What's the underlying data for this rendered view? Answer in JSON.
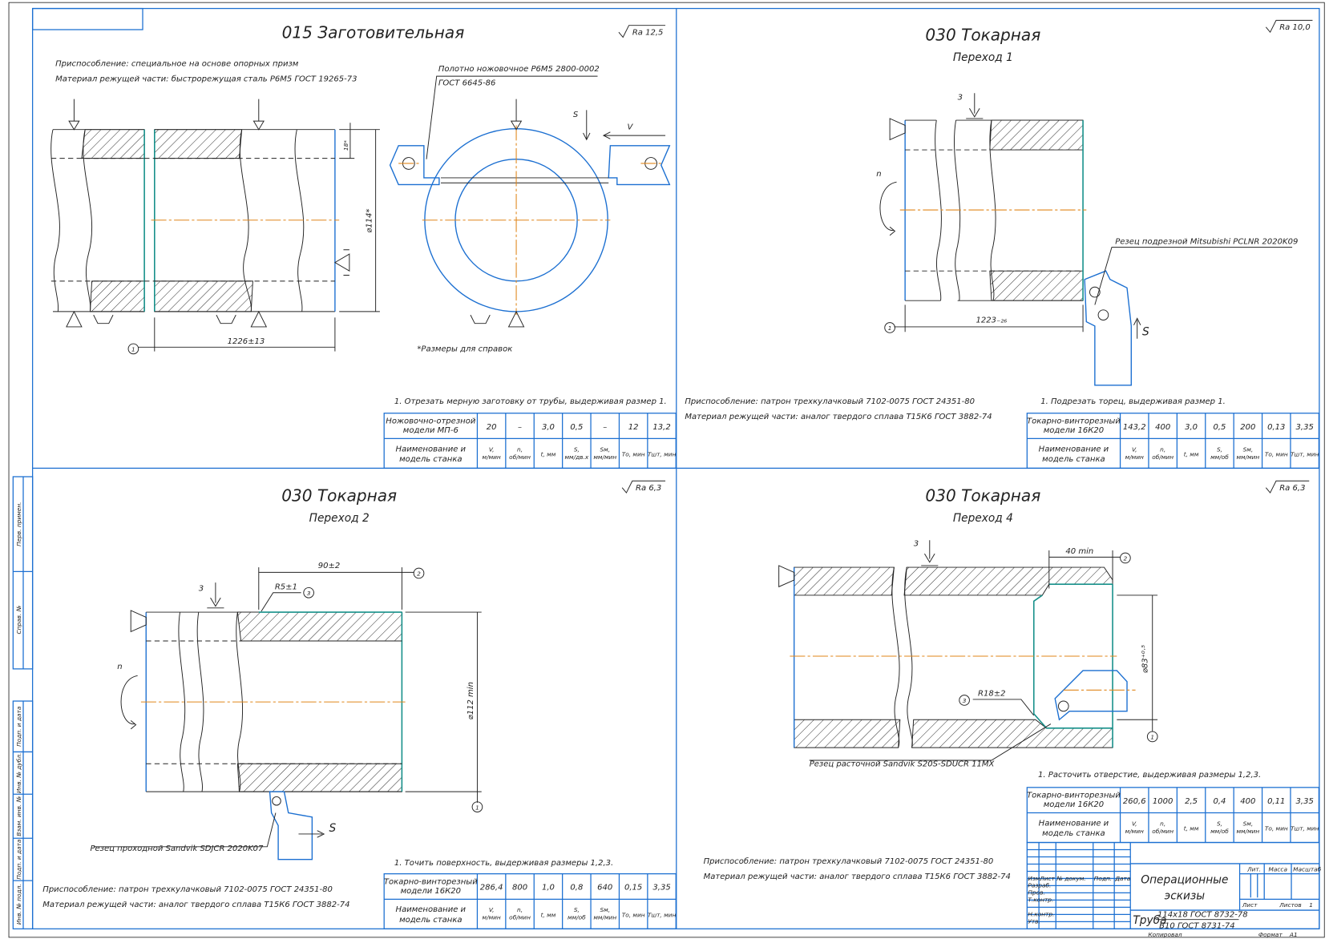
{
  "q1": {
    "title": "015 Заготовительная",
    "roughness": "Ra 12,5",
    "fixture": "Приспособление: специальное на основе опорных призм",
    "material": "Материал режущей части: быстрорежущая сталь Р6М5 ГОСТ 19265-73",
    "saw_label_1": "Полотно ножовочное Р6М5 2800-0002",
    "saw_label_2": "ГОСТ 6645-86",
    "dim_wall": "18*",
    "dim_diameter": "⌀114*",
    "dim_length": "1226±13",
    "marker": "1",
    "feed_s": "S",
    "speed_v": "V",
    "note": "*Размеры для справок",
    "step": "1. Отрезать мерную заготовку от трубы, выдерживая размер 1.",
    "table": {
      "machine": [
        "Ножовочно-отрезной",
        "модели МП-6"
      ],
      "values": [
        "20",
        "–",
        "3,0",
        "0,5",
        "–",
        "12",
        "13,2"
      ],
      "header": [
        "Наименование и",
        "модель станка"
      ],
      "units": [
        [
          "V,",
          "м/мин"
        ],
        [
          "n,",
          "об/мин"
        ],
        [
          "t, мм",
          ""
        ],
        [
          "S,",
          "мм/дв.х"
        ],
        [
          "Sм,",
          "мм/мин"
        ],
        [
          "Tо, мин",
          ""
        ],
        [
          "Tшт, мин",
          ""
        ]
      ]
    }
  },
  "q2": {
    "title": "030 Токарная",
    "subtitle": "Переход 1",
    "roughness": "Ra 10,0",
    "fixture": "Приспособление: патрон трехкулачковый 7102-0075 ГОСТ 24351-80",
    "material": "Материал режущей части: аналог твердого сплава Т15К6 ГОСТ 3882-74",
    "tool_label": "Резец подрезной Mitsubishi PCLNR 2020K09",
    "dim_length": "1223₋₂₆",
    "marker": "1",
    "depth_mark": "3",
    "rotation_n": "n",
    "feed_s": "S",
    "step": "1. Подрезать торец, выдерживая размер 1.",
    "table": {
      "machine": [
        "Токарно-винторезный",
        "модели 16К20"
      ],
      "values": [
        "143,2",
        "400",
        "3,0",
        "0,5",
        "200",
        "0,13",
        "3,35"
      ],
      "header": [
        "Наименование и",
        "модель станка"
      ],
      "units": [
        [
          "V,",
          "м/мин"
        ],
        [
          "n,",
          "об/мин"
        ],
        [
          "t, мм",
          ""
        ],
        [
          "S,",
          "мм/об"
        ],
        [
          "Sм,",
          "мм/мин"
        ],
        [
          "Tо, мин",
          ""
        ],
        [
          "Tшт, мин",
          ""
        ]
      ]
    }
  },
  "q3": {
    "title": "030 Токарная",
    "subtitle": "Переход 2",
    "roughness": "Ra 6,3",
    "fixture": "Приспособление: патрон трехкулачковый 7102-0075 ГОСТ 24351-80",
    "material": "Материал режущей части: аналог твердого сплава Т15К6 ГОСТ 3882-74",
    "tool_label": "Резец проходной Sandvik SDJCR 2020K07",
    "dim_length": "90±2",
    "dim_radius": "R5±1",
    "dim_diameter": "⌀112 min",
    "marker_1": "1",
    "marker_2": "2",
    "marker_3": "3",
    "depth_mark": "3",
    "rotation_n": "n",
    "feed_s": "S",
    "step": "1. Точить поверхность, выдерживая размеры 1,2,3.",
    "table": {
      "machine": [
        "Токарно-винторезный",
        "модели 16К20"
      ],
      "values": [
        "286,4",
        "800",
        "1,0",
        "0,8",
        "640",
        "0,15",
        "3,35"
      ],
      "header": [
        "Наименование и",
        "модель станка"
      ],
      "units": [
        [
          "V,",
          "м/мин"
        ],
        [
          "n,",
          "об/мин"
        ],
        [
          "t, мм",
          ""
        ],
        [
          "S,",
          "мм/об"
        ],
        [
          "Sм,",
          "мм/мин"
        ],
        [
          "Tо, мин",
          ""
        ],
        [
          "Tшт, мин",
          ""
        ]
      ]
    }
  },
  "q4": {
    "title": "030 Токарная",
    "subtitle": "Переход 4",
    "roughness": "Ra 6,3",
    "fixture": "Приспособление: патрон трехкулачковый 7102-0075 ГОСТ 24351-80",
    "material": "Материал режущей части: аналог твердого сплава Т15К6 ГОСТ 3882-74",
    "tool_label": "Резец расточной Sandvik S20S-SDUCR 11MX",
    "dim_length": "40 min",
    "dim_radius": "R18±2",
    "dim_diameter": "⌀83⁺⁰·⁵",
    "marker_1": "1",
    "marker_2": "2",
    "marker_3": "3",
    "depth_mark": "3",
    "step": "1. Расточить отверстие, выдерживая размеры 1,2,3.",
    "table": {
      "machine": [
        "Токарно-винторезный",
        "модели 16К20"
      ],
      "values": [
        "260,6",
        "1000",
        "2,5",
        "0,4",
        "400",
        "0,11",
        "3,35"
      ],
      "header": [
        "Наименование и",
        "модель станка"
      ],
      "units": [
        [
          "V,",
          "м/мин"
        ],
        [
          "n,",
          "об/мин"
        ],
        [
          "t, мм",
          ""
        ],
        [
          "S,",
          "мм/об"
        ],
        [
          "Sм,",
          "мм/мин"
        ],
        [
          "Tо, мин",
          ""
        ],
        [
          "Tшт, мин",
          ""
        ]
      ]
    }
  },
  "title_block": {
    "cols": [
      "Изм.",
      "Лист",
      "№ докум.",
      "Подп.",
      "Дата"
    ],
    "rows": [
      "Разраб.",
      "Пров.",
      "Т.контр.",
      "",
      "Н.контр.",
      "Утв."
    ],
    "doc_title_1": "Операционные",
    "doc_title_2": "эскизы",
    "lit": "Лит.",
    "mass": "Масса",
    "scale": "Масштаб",
    "sheet": "Лист",
    "sheets": "Листов",
    "sheets_count": "1",
    "material_name": "Труба",
    "material_top": "114x18 ГОСТ 8732-78",
    "material_bottom": "В10 ГОСТ 8731-74",
    "copied": "Копировал",
    "format_label": "Формат",
    "format_value": "A1"
  },
  "side_strip": [
    "Перв. примен.",
    "Справ. №",
    "Подп. и дата",
    "Инв. № дубл.",
    "Взам. инв. №",
    "Подп. и дата",
    "Инв. № подл."
  ],
  "colors": {
    "frame": "#1b6fd1",
    "axis": "#e0861a",
    "contour": "#16908a"
  }
}
